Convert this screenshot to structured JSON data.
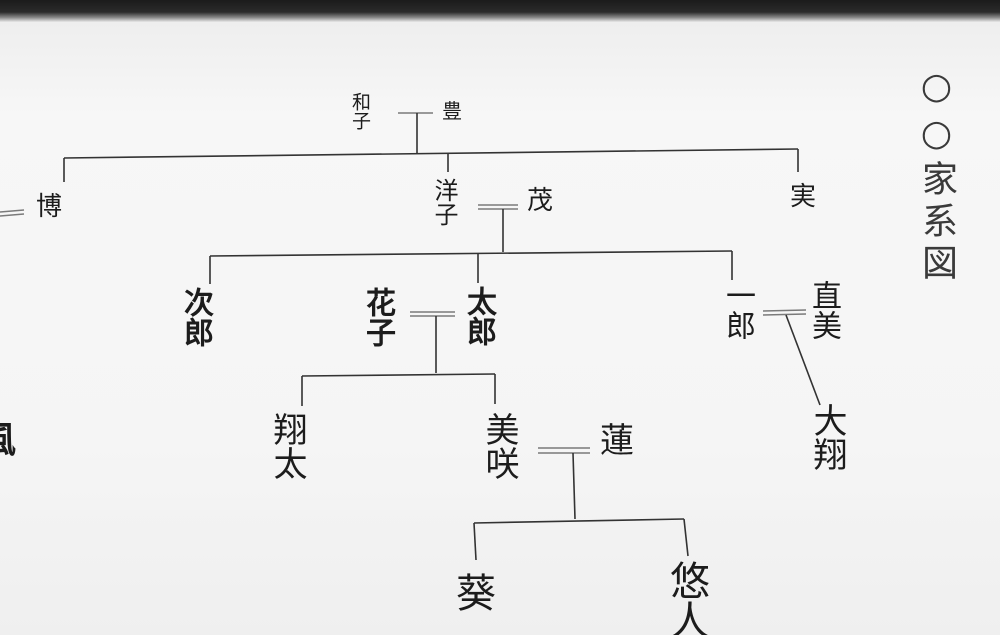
{
  "title": "○○家系図",
  "names": {
    "kazuko": "和子",
    "yutaka": "豊",
    "hiroshi": "博",
    "yoko": "洋子",
    "shigeru": "茂",
    "minoru": "実",
    "jiro": "次郎",
    "hanako": "花子",
    "taro": "太郎",
    "ichiro": "一郎",
    "naomi": "直美",
    "shota": "翔太",
    "misaki": "美咲",
    "ren": "蓮",
    "daisho": "大翔",
    "aoi": "葵",
    "yuto": "悠人",
    "partial_left": "風"
  }
}
